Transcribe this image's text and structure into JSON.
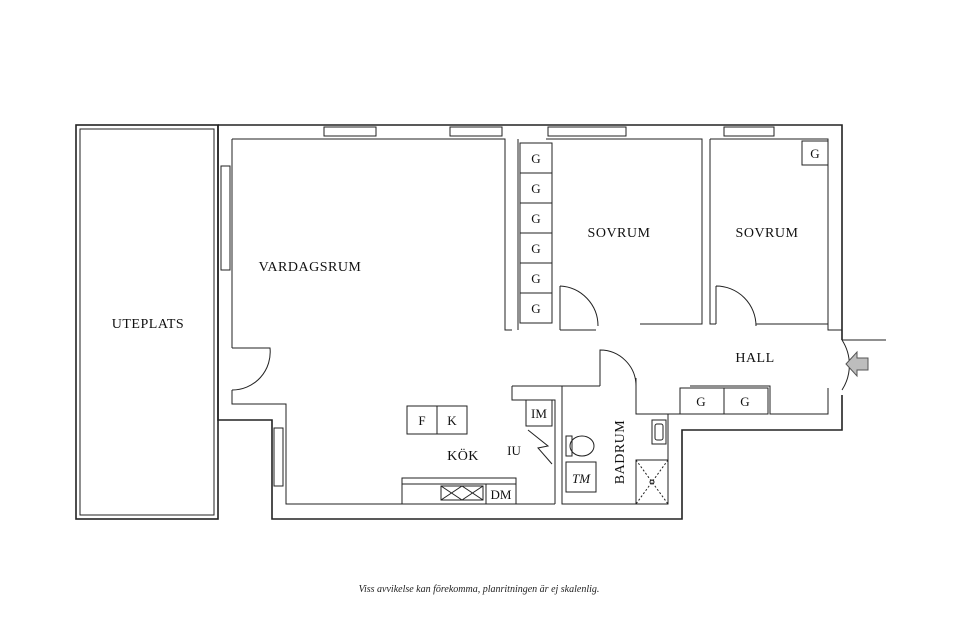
{
  "rooms": {
    "uteplats": "UTEPLATS",
    "vardagsrum": "VARDAGSRUM",
    "sovrum_1": "SOVRUM",
    "sovrum_2": "SOVRUM",
    "hall": "HALL",
    "kok": "KÖK",
    "badrum": "BADRUM"
  },
  "fixtures": {
    "wardrobe": "G",
    "fridge": "F",
    "freezer": "K",
    "microwave": "IM",
    "oven": "IU",
    "dishwasher": "DM",
    "washer": "TM"
  },
  "disclaimer": "Viss avvikelse kan förekomma, planritningen är ej skalenlig."
}
